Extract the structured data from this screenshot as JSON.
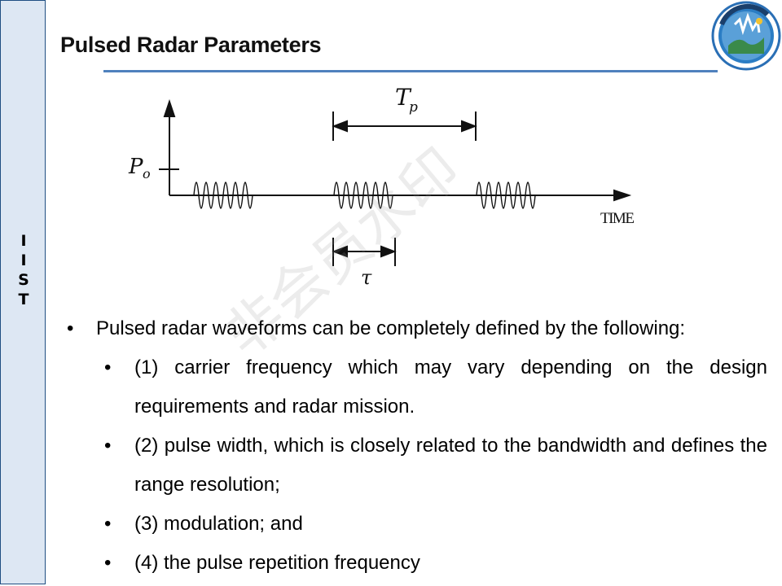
{
  "sidebar": {
    "letters": [
      "I",
      "I",
      "S",
      "T"
    ]
  },
  "title": "Pulsed Radar Parameters",
  "logo": {
    "name": "iist-emblem"
  },
  "diagram": {
    "power_label_main": "P",
    "power_label_sub": "o",
    "period_label_main": "T",
    "period_label_sub": "p",
    "width_label": "τ",
    "time_label": "TIME"
  },
  "bullets": {
    "main": "Pulsed radar waveforms can be completely defined by the following:",
    "items": [
      "(1) carrier frequency which may vary depending on the design requirements and radar mission.",
      "(2) pulse width, which is closely related to the bandwidth and defines the range resolution;",
      "(3) modulation; and",
      "(4) the pulse repetition frequency"
    ]
  },
  "watermark": "非会员水印",
  "colors": {
    "accent": "#4f81bd",
    "side_band": "#dde7f3",
    "side_border": "#1f4f82"
  }
}
